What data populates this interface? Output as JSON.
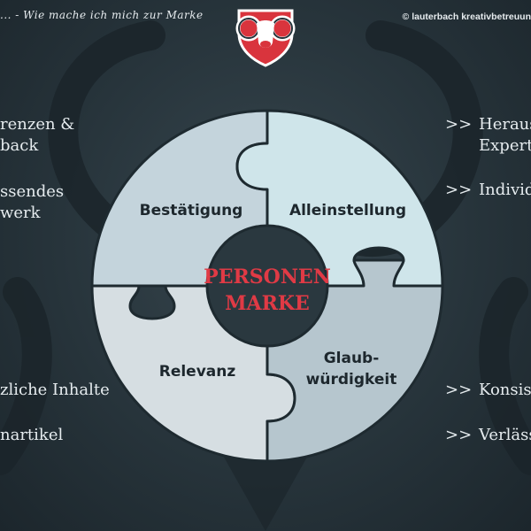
{
  "header": {
    "tagline": "... - Wie mache ich mich zur Marke",
    "copyright": "© lauterbach kreativbetreuun"
  },
  "left_column": [
    {
      "text": "renzen &"
    },
    {
      "text": "back"
    },
    {
      "text": "ssendes"
    },
    {
      "text": "werk"
    },
    {
      "text": "zliche Inhalte"
    },
    {
      "text": "nartikel"
    }
  ],
  "right_column": {
    "arrow": ">>",
    "items": [
      {
        "text": "Heraus"
      },
      {
        "text": "Expert"
      },
      {
        "text": "Individ"
      },
      {
        "text": "Konsist"
      },
      {
        "text": "Verläss"
      }
    ]
  },
  "diagram": {
    "center": {
      "line1": "PERSONEN",
      "line2": "MARKE"
    },
    "pieces": [
      {
        "label": "Bestätigung"
      },
      {
        "label": "Alleinstellung"
      },
      {
        "label": "Relevanz"
      },
      {
        "label_line1": "Glaub-",
        "label_line2": "würdigkeit"
      }
    ]
  },
  "colors": {
    "background": "#27343b",
    "piece_top_left": "#c4d4dc",
    "piece_top_right": "#cfe5ea",
    "piece_bottom_left": "#d6dee2",
    "piece_bottom_right": "#b6c6ce",
    "center_circle": "#2a383f",
    "center_text": "#e03a45",
    "shield_red": "#d9343d"
  },
  "icons": {
    "logo": "ram-shield-logo"
  }
}
